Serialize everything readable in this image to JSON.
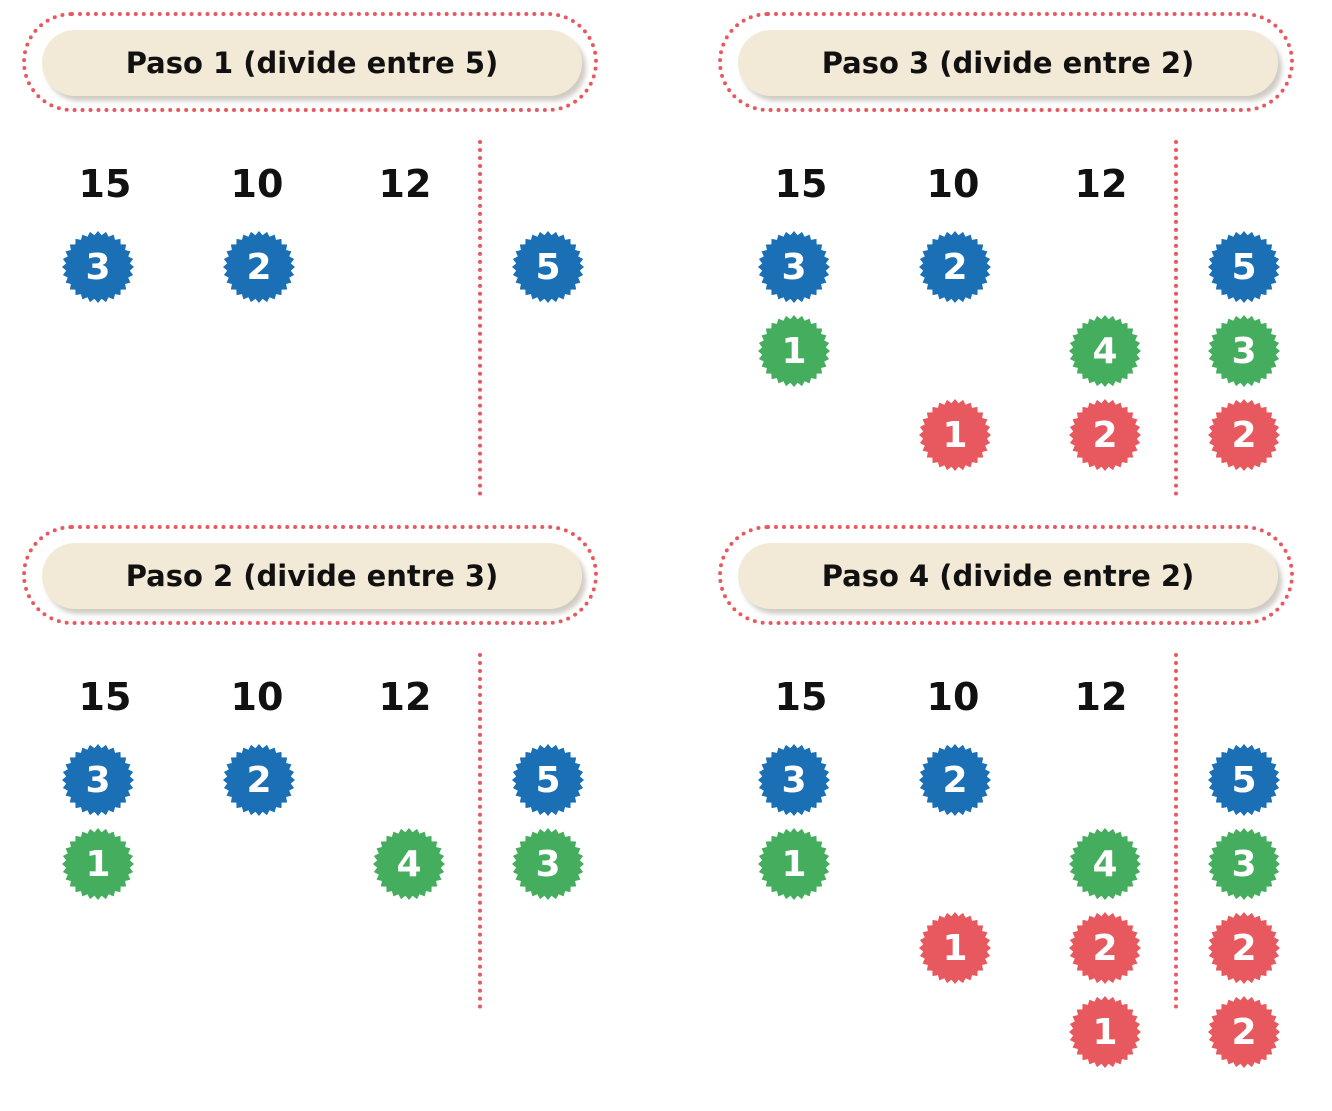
{
  "colors": {
    "blue": "#1a6fb5",
    "green": "#45ad5e",
    "red": "#e8585f",
    "pill": "#f2ead6",
    "ring": "#e8585f"
  },
  "panels": [
    {
      "title": "Paso 1 (divide entre 5)",
      "numbers": [
        "15",
        "10",
        "12"
      ],
      "rows": [
        {
          "color": "blue",
          "cells": [
            "3",
            "2",
            ""
          ],
          "divisor": "5"
        }
      ]
    },
    {
      "title": "Paso 2 (divide entre 3)",
      "numbers": [
        "15",
        "10",
        "12"
      ],
      "rows": [
        {
          "color": "blue",
          "cells": [
            "3",
            "2",
            ""
          ],
          "divisor": "5"
        },
        {
          "color": "green",
          "cells": [
            "1",
            "",
            "4"
          ],
          "divisor": "3"
        }
      ]
    },
    {
      "title": "Paso 3 (divide entre 2)",
      "numbers": [
        "15",
        "10",
        "12"
      ],
      "rows": [
        {
          "color": "blue",
          "cells": [
            "3",
            "2",
            ""
          ],
          "divisor": "5"
        },
        {
          "color": "green",
          "cells": [
            "1",
            "",
            "4"
          ],
          "divisor": "3"
        },
        {
          "color": "red",
          "cells": [
            "",
            "1",
            "2"
          ],
          "divisor": "2"
        }
      ]
    },
    {
      "title": "Paso 4 (divide entre 2)",
      "numbers": [
        "15",
        "10",
        "12"
      ],
      "rows": [
        {
          "color": "blue",
          "cells": [
            "3",
            "2",
            ""
          ],
          "divisor": "5"
        },
        {
          "color": "green",
          "cells": [
            "1",
            "",
            "4"
          ],
          "divisor": "3"
        },
        {
          "color": "red",
          "cells": [
            "",
            "1",
            "2"
          ],
          "divisor": "2"
        },
        {
          "color": "red",
          "cells": [
            "",
            "",
            "1"
          ],
          "divisor": "2"
        }
      ]
    }
  ]
}
